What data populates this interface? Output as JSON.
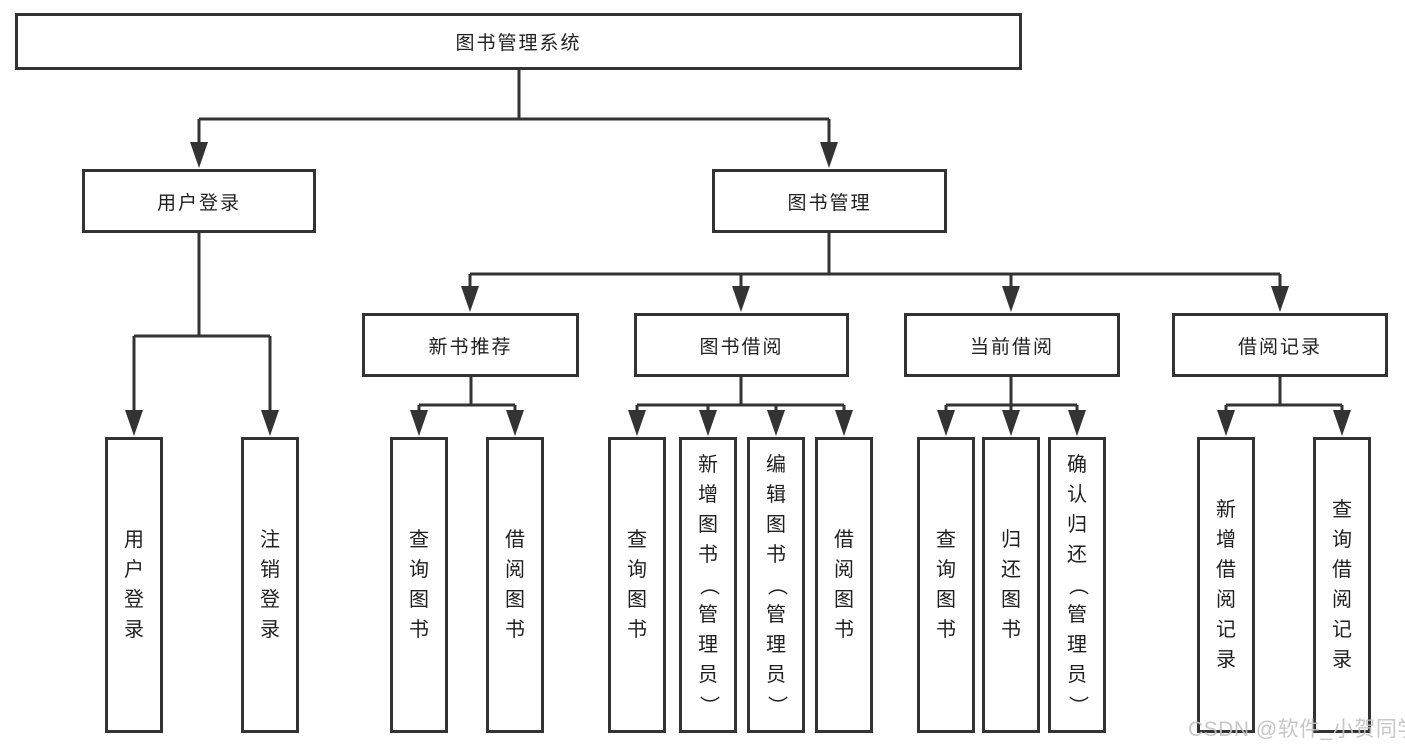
{
  "tree": {
    "root": {
      "label": "图书管理系统",
      "children": [
        {
          "label": "用户登录",
          "children": [
            {
              "label": "用户登录"
            },
            {
              "label": "注销登录"
            }
          ]
        },
        {
          "label": "图书管理",
          "children": [
            {
              "label": "新书推荐",
              "children": [
                {
                  "label": "查询图书"
                },
                {
                  "label": "借阅图书"
                }
              ]
            },
            {
              "label": "图书借阅",
              "children": [
                {
                  "label": "查询图书"
                },
                {
                  "label": "新增图书（管理员）"
                },
                {
                  "label": "编辑图书（管理员）"
                },
                {
                  "label": "借阅图书"
                }
              ]
            },
            {
              "label": "当前借阅",
              "children": [
                {
                  "label": "查询图书"
                },
                {
                  "label": "归还图书"
                },
                {
                  "label": "确认归还（管理员）"
                }
              ]
            },
            {
              "label": "借阅记录",
              "children": [
                {
                  "label": "新增借阅记录"
                },
                {
                  "label": "查询借阅记录"
                }
              ]
            }
          ]
        }
      ]
    }
  },
  "watermark": {
    "text": "CSDN @软件_小贺同学"
  },
  "colors": {
    "line": "#333333",
    "box_border": "#333333",
    "text": "#1f1f1f",
    "watermark": "#c3c3c3",
    "background": "#ffffff"
  }
}
